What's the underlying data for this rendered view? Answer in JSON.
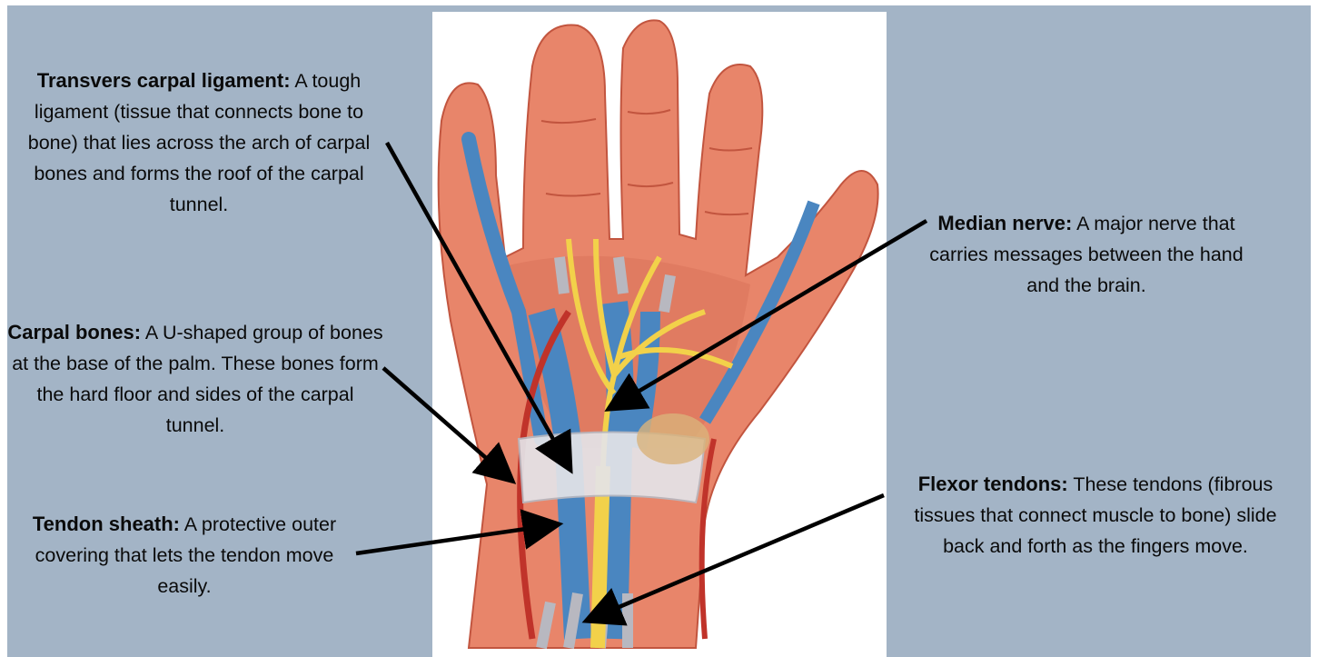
{
  "labels": {
    "transverse_ligament": {
      "term": "Transvers carpal ligament:",
      "text": " A tough ligament (tissue that connects bone to bone) that lies across the arch of carpal bones and forms the roof of the carpal tunnel."
    },
    "carpal_bones": {
      "term": "Carpal bones:",
      "text": " A U-shaped group of bones at the base of the palm. These bones form the hard floor and sides of the carpal tunnel."
    },
    "tendon_sheath": {
      "term": "Tendon sheath:",
      "text": " A protective outer covering that lets the tendon move easily."
    },
    "median_nerve": {
      "term": "Median nerve:",
      "text": " A major nerve that carries messages between the hand and the brain."
    },
    "flexor_tendons": {
      "term": "Flexor tendons:",
      "text": " These tendons (fibrous tissues that connect muscle to bone) slide back and forth as the fingers move."
    }
  },
  "colors": {
    "background_panel": "#a3b4c6",
    "skin": "#e8856a",
    "tendon_blue": "#4a86c0",
    "nerve_yellow": "#f2d14a",
    "ligament": "#e4e4e8",
    "arrow": "#000000"
  }
}
